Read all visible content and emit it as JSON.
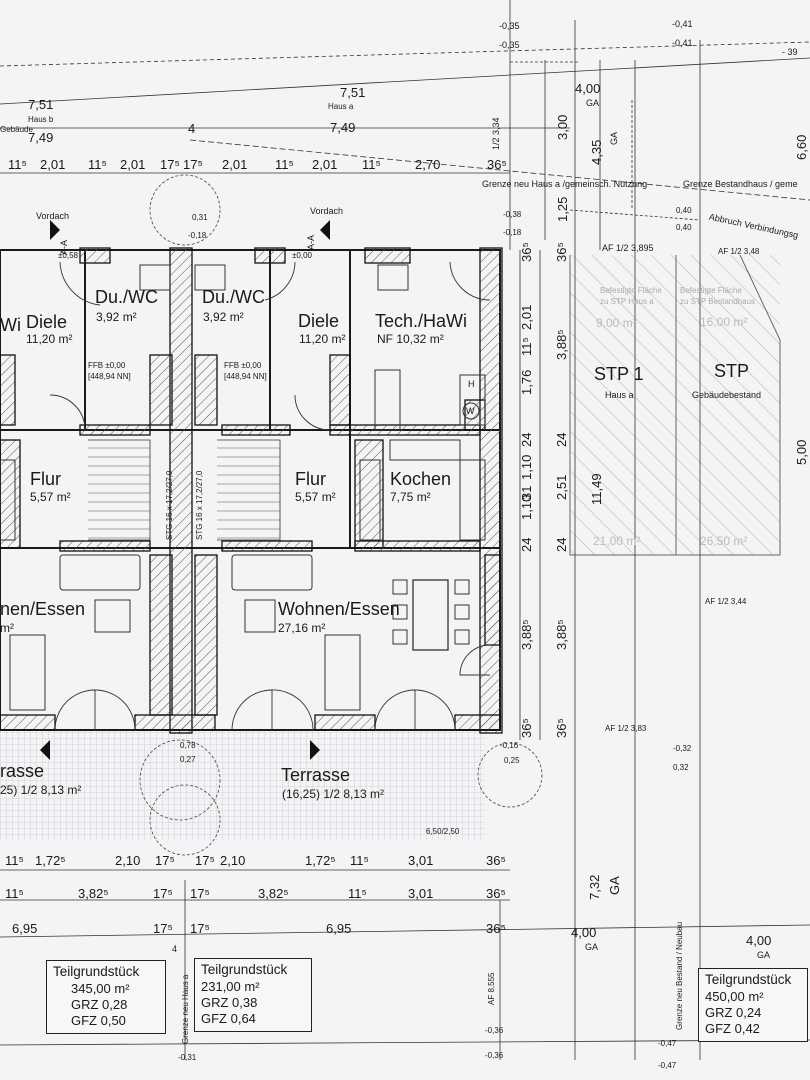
{
  "top": {
    "lv1": "-0,35",
    "lv2": "-0,35",
    "lv3": "-0,41",
    "lv4": "-0,41",
    "edge39": "- 39",
    "hausb_dim": "7,51",
    "hausb": "Haus b",
    "gebaeude": "Gebäude",
    "hausb_dim2": "7,49",
    "hausa_dim": "7,51",
    "hausa": "Haus a",
    "hausa_dim2": "7,49",
    "n4": "4",
    "ga_dim": "4,00",
    "ga": "GA",
    "v334": "1/2 3,34",
    "v300": "3,00",
    "v435": "4,35",
    "ga_v": "GA",
    "v660": "6,60",
    "chain": [
      "11⁵",
      "2,01",
      "11⁵",
      "2,01",
      "17⁵",
      "17⁵",
      "2,01",
      "11⁵",
      "2,01",
      "11⁵",
      "2,70",
      "36⁵"
    ],
    "grenze1": "Grenze neu Haus a /gemeinsch. Nutzung",
    "grenze2": "Grenze Bestandhaus / geme",
    "vordach1": "Vordach",
    "vordach2": "Vordach",
    "aa": "A-A",
    "l058": "±0,58",
    "l000": "±0,00",
    "l031": "0,31",
    "l018": "-0,18",
    "r038": "-0,38",
    "r018": "-0,18",
    "r040a": "0,40",
    "r040b": "0,40",
    "abbruch": "Abbruch Verbindungsg",
    "af1": "AF 1/2 3,895",
    "af2": "AF 1/2 3,48"
  },
  "rooms": [
    {
      "name": "Diele",
      "area": "11,20 m²"
    },
    {
      "name": "Du./WC",
      "area": "3,92 m²"
    },
    {
      "name": "Du./WC",
      "area": "3,92 m²"
    },
    {
      "name": "Diele",
      "area": "11,20 m²"
    },
    {
      "name": "Tech./HaWi",
      "area": "NF 10,32 m²"
    },
    {
      "name": "Flur",
      "area": "5,57 m²"
    },
    {
      "name": "Flur",
      "area": "5,57 m²"
    },
    {
      "name": "Kochen",
      "area": "7,75 m²"
    },
    {
      "name": "nen/Essen",
      "area": "m²"
    },
    {
      "name": "Wohnen/Essen",
      "area": "27,16 m²"
    },
    {
      "name": "rasse",
      "area": "25) 1/2 8,13 m²"
    },
    {
      "name": "Terrasse",
      "area": "(16,25) 1/2 8,13 m²"
    }
  ],
  "misc": {
    "wi": "Wi",
    "ffb1": "FFB ±0,00",
    "nn1": "[448,94 NN]",
    "ffb2": "FFB ±0,00",
    "nn2": "[448,94 NN]",
    "stg1": "STG 16 x 17,2/27,0",
    "stg2": "STG 16 x 17,2/27,0",
    "h": "H",
    "w": "W",
    "t_078": "0,78",
    "t_027": "0,27",
    "t_016": "-0,16",
    "t_025": "0,25",
    "t650": "6,50/2,50",
    "af383": "AF 1/2 3,83",
    "af344": "AF 1/2 3,44",
    "r032a": "-0,32",
    "r032b": "0,32"
  },
  "vdims": [
    "36⁵",
    "2,01",
    "11⁵",
    "1,76",
    "24",
    "1,10",
    "31",
    "1,10",
    "24",
    "3,88⁵",
    "36⁵",
    "36⁵",
    "3,88⁵",
    "24",
    "2,51",
    "24",
    "3,88⁵",
    "36⁵",
    "1,25",
    "11,49",
    "7,32",
    "GA",
    "5,00"
  ],
  "stp": {
    "stp1": "STP 1",
    "stp1_sub": "Haus a",
    "stp2": "STP",
    "stp2_sub": "Gebäudebestand",
    "faded1": "Befestigte Fläche",
    "faded2": "zu STP Haus a",
    "faded3": "Befestigte Fläche",
    "faded4": "zu STP Bestandhaus",
    "faded5": "9,00 m²",
    "faded6": "16,00 m²",
    "faded7": "21,00 m²",
    "faded8": "26,50 m²"
  },
  "bottom": {
    "row1": [
      "11⁵",
      "1,72⁵",
      "2,10",
      "17⁵",
      "17⁵",
      "2,10",
      "1,72⁵",
      "11⁵",
      "3,01",
      "36⁵"
    ],
    "row2": [
      "11⁵",
      "3,82⁵",
      "17⁵",
      "17⁵",
      "3,82⁵",
      "11⁵",
      "3,01",
      "36⁵"
    ],
    "row3": [
      "6,95",
      "17⁵",
      "17⁵",
      "6,95",
      "36⁵"
    ],
    "ga_dim": "4,00",
    "ga": "GA",
    "ga_dim2": "4,00",
    "ga2": "GA",
    "n4": "4",
    "grenze_haus": "Grenze neu Haus a",
    "grenze_best": "Grenze neu Bestand / Neubau",
    "af8555": "AF 8,555",
    "l036a": "-0,36",
    "l036b": "-0,36",
    "l031": "-0,31",
    "l047a": "-0,47",
    "l047b": "-0,47"
  },
  "boxes": [
    {
      "title": "Teilgrundstück",
      "area": "345,00 m²",
      "grz": "GRZ 0,28",
      "gfz": "GFZ 0,50"
    },
    {
      "title": "Teilgrundstück",
      "area": "231,00 m²",
      "grz": "GRZ 0,38",
      "gfz": "GFZ 0,64"
    },
    {
      "title": "Teilgrundstück",
      "area": "450,00 m²",
      "grz": "GRZ 0,24",
      "gfz": "GFZ 0,42"
    }
  ]
}
